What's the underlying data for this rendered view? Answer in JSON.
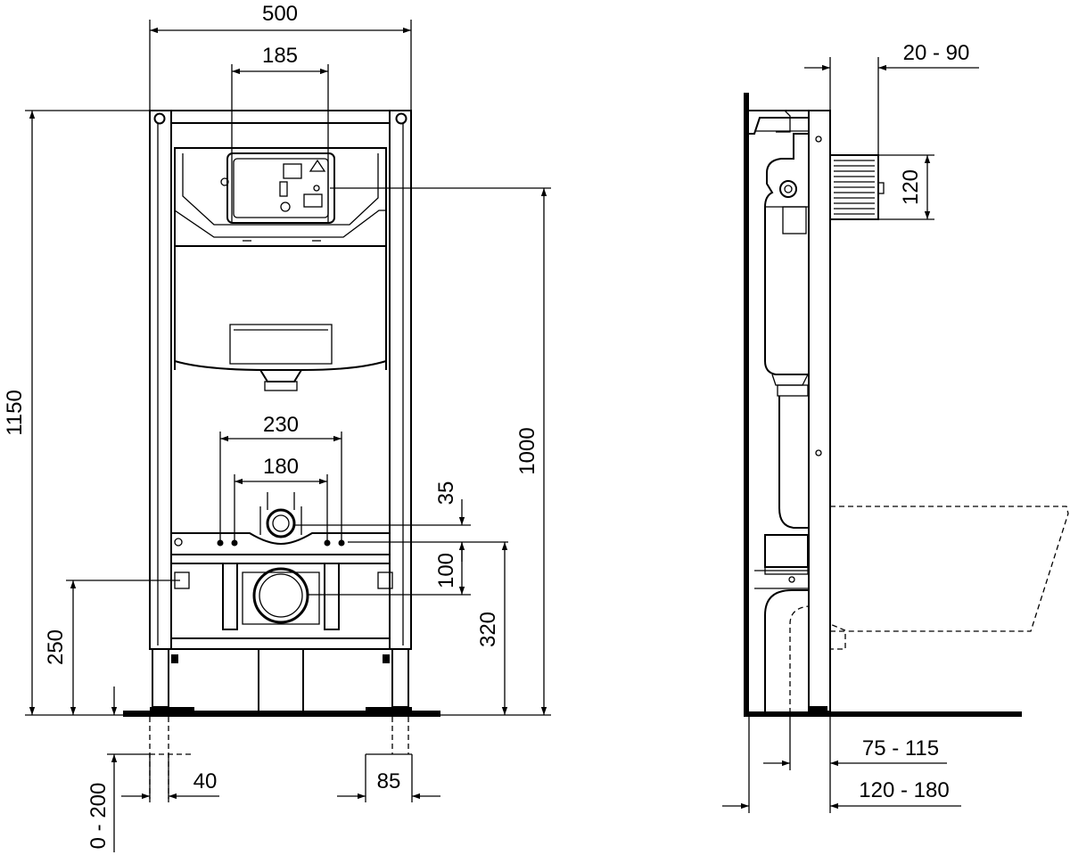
{
  "front_view": {
    "width_total": "500",
    "plate_width": "185",
    "height_total": "1150",
    "height_actuator": "1000",
    "bolt_outer": "230",
    "bolt_inner": "180",
    "inlet_offset": "35",
    "outlet_offset": "100",
    "outlet_height": "320",
    "side_fix_height": "250",
    "foot_extension": "0 - 200",
    "foot_width": "40",
    "foot_plate": "85"
  },
  "side_view": {
    "depth_adjust": "20 - 90",
    "plate_height": "120",
    "bowl_offset": "75 - 115",
    "frame_depth": "120 - 180"
  },
  "colors": {
    "line": "#000000",
    "background": "#ffffff"
  }
}
